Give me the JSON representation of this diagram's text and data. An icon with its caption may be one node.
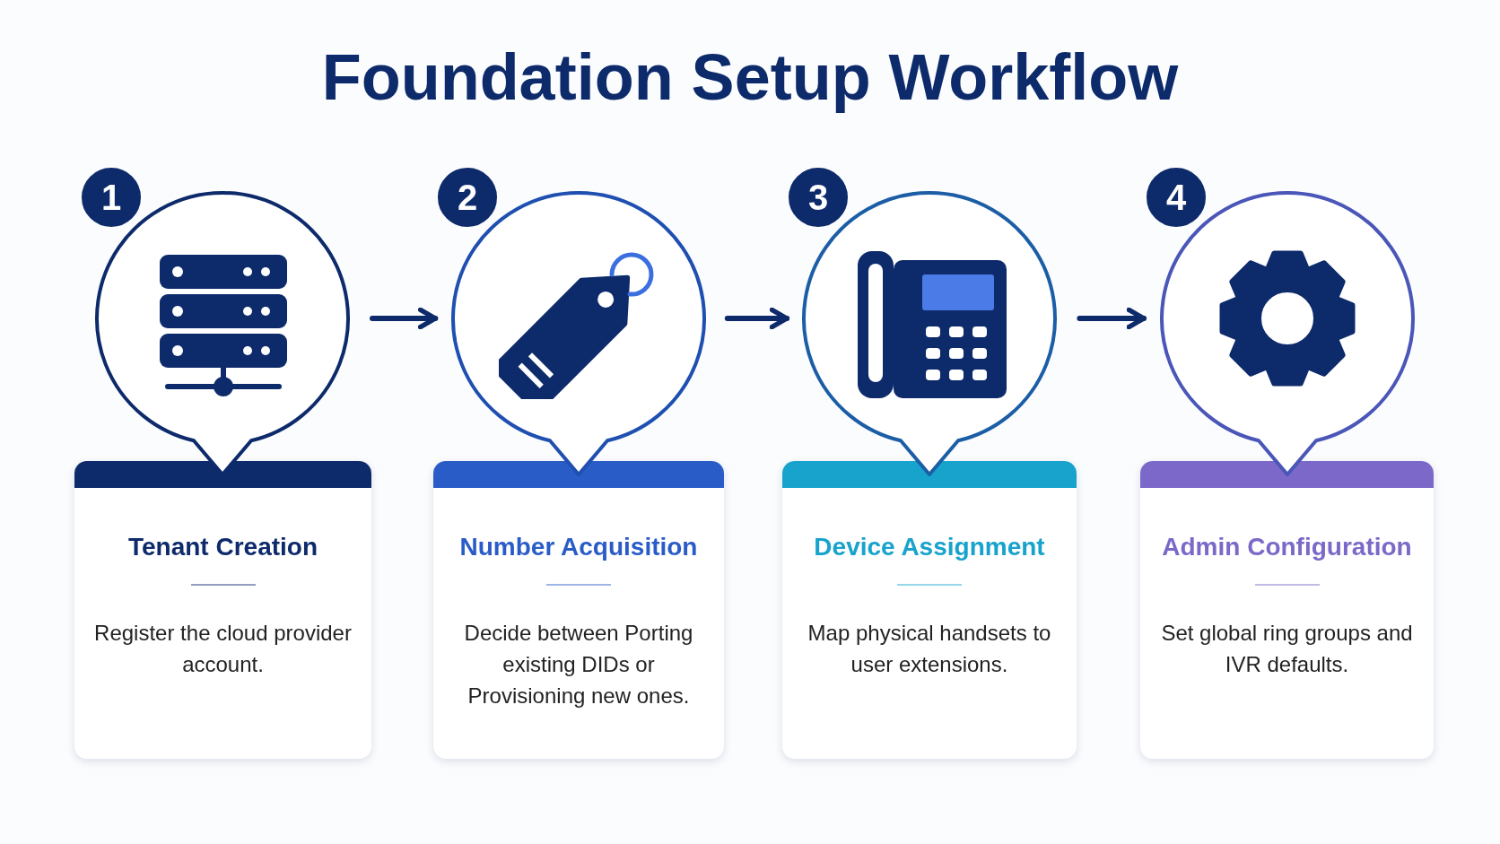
{
  "diagram": {
    "title": "Foundation Setup Workflow",
    "nodes": [
      {
        "text": [
          "1"
        ]
      },
      {
        "text": [],
        "shape": "circle"
      },
      {
        "text": [
          "Tenant Creation",
          "Register the cloud provider account."
        ]
      },
      {
        "text": [
          "2"
        ]
      },
      {
        "text": [],
        "shape": "circle"
      },
      {
        "text": [
          "Number Acquisition",
          "Decide between Porting existing DIDs or Provisioning new ones."
        ]
      },
      {
        "text": [
          "3"
        ]
      },
      {
        "text": [],
        "shape": "circle"
      },
      {
        "text": [
          "Device Assignment",
          "Map physical handsets to user extensions."
        ]
      },
      {
        "text": [
          "4"
        ]
      },
      {
        "text": [],
        "shape": "circle"
      },
      {
        "text": [
          "Admin Configuration",
          "Set global ring groups and IVR defaults."
        ]
      }
    ],
    "edges": [
      {
        "from": 1,
        "to": 4,
        "arrow": "to"
      },
      {
        "from": 4,
        "to": 7,
        "arrow": "to"
      },
      {
        "from": 7,
        "to": 10,
        "arrow": "to"
      }
    ]
  }
}
